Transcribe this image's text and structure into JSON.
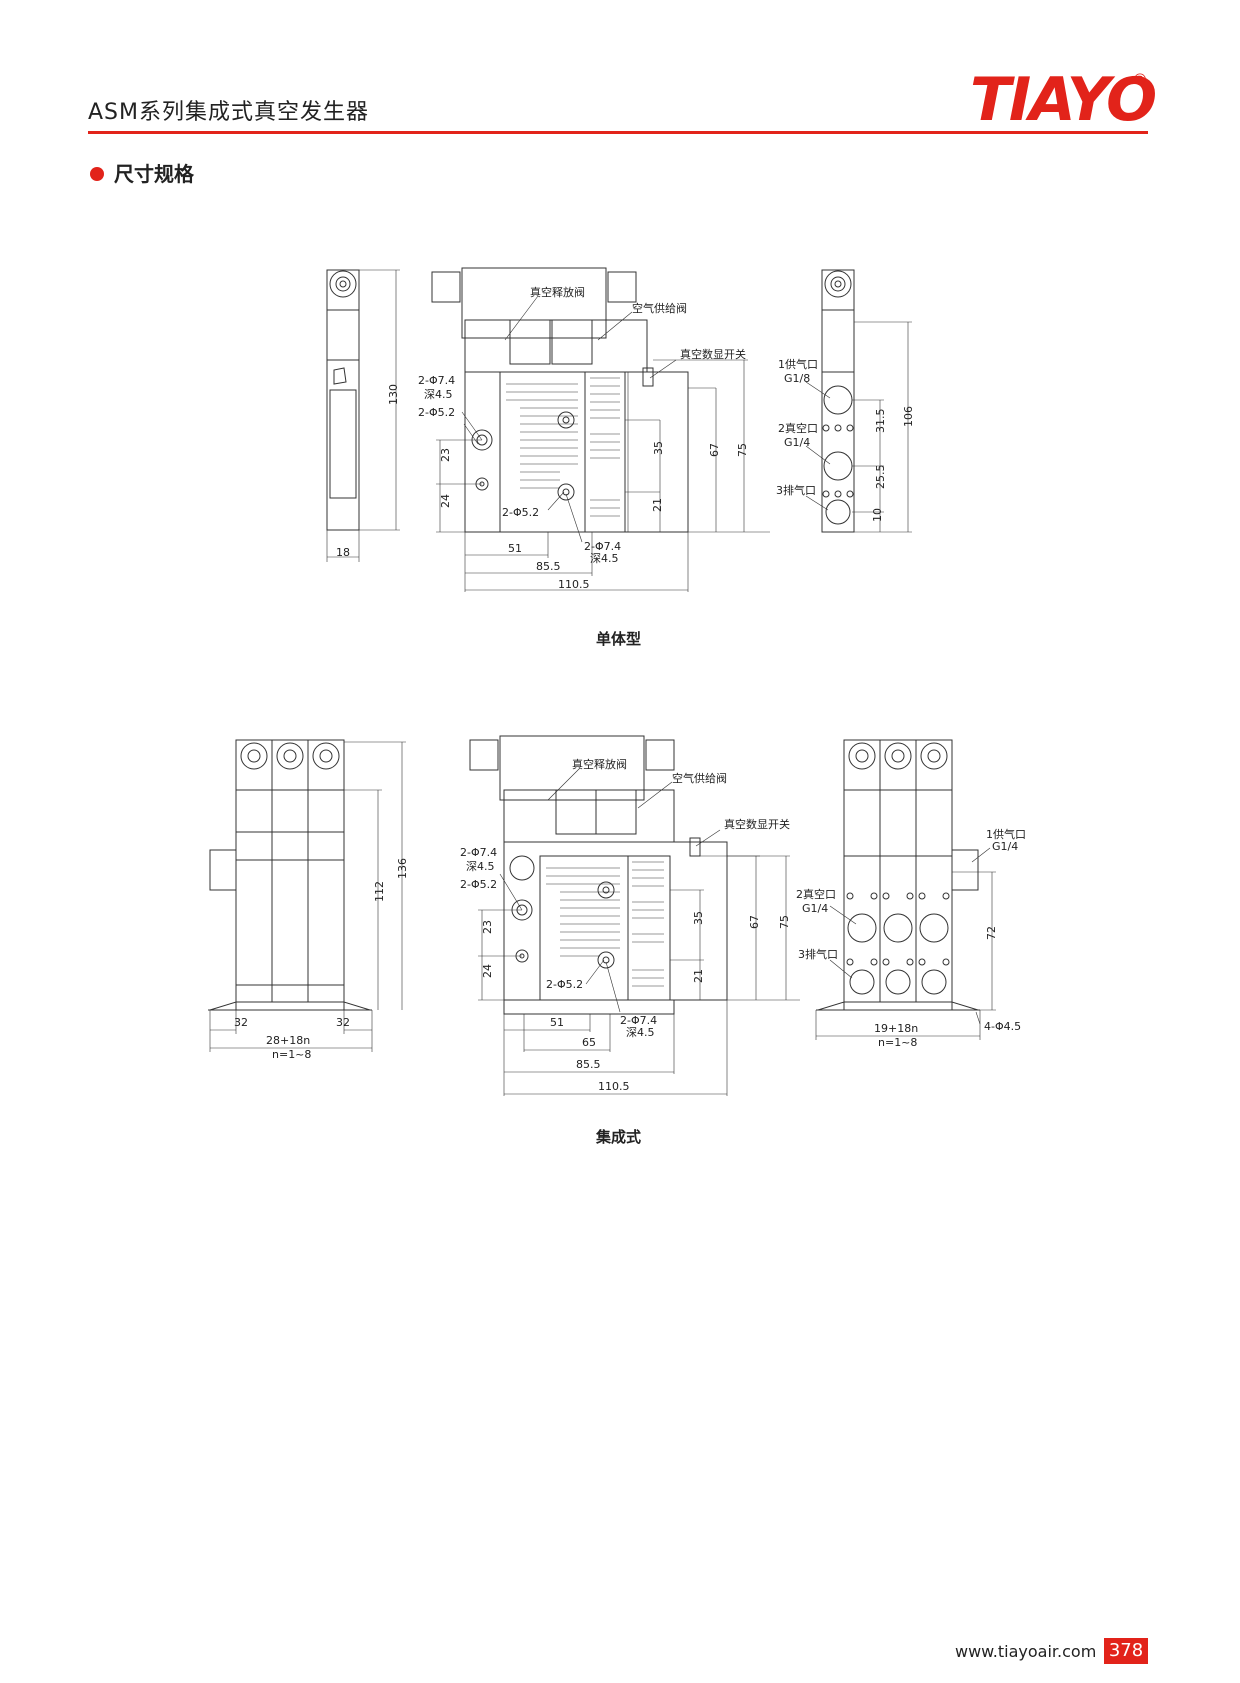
{
  "header": {
    "title": "ASM系列集成式真空发生器",
    "logo": "TIAYO",
    "logo_mark": "®",
    "accent_color": "#e2231a"
  },
  "section": {
    "title": "尺寸规格"
  },
  "single": {
    "caption": "单体型",
    "labels": {
      "release_valve": "真空释放阀",
      "supply_valve": "空气供给阀",
      "display_switch": "真空数显开关",
      "hole_a": "2-Φ7.4",
      "hole_a_depth": "深4.5",
      "hole_b": "2-Φ5.2",
      "hole_c": "2-Φ5.2",
      "hole_d": "2-Φ7.4",
      "hole_d_depth": "深4.5",
      "port1": "1供气口",
      "port1_size": "G1/8",
      "port2": "2真空口",
      "port2_size": "G1/4",
      "port3": "3排气口"
    },
    "dims": {
      "side_width": "18",
      "side_height": "130",
      "d23": "23",
      "d24": "24",
      "d51": "51",
      "d85": "85.5",
      "d110": "110.5",
      "d35": "35",
      "d21": "21",
      "d67": "67",
      "d75": "75",
      "d31": "31.5",
      "d25": "25.5",
      "d10": "10",
      "d106": "106"
    }
  },
  "manifold": {
    "caption": "集成式",
    "labels": {
      "release_valve": "真空释放阀",
      "supply_valve": "空气供给阀",
      "display_switch": "真空数显开关",
      "hole_a": "2-Φ7.4",
      "hole_a_depth": "深4.5",
      "hole_b": "2-Φ5.2",
      "hole_c": "2-Φ5.2",
      "hole_d": "2-Φ7.4",
      "hole_d_depth": "深4.5",
      "port1": "1供气口",
      "port1_size": "G1/4",
      "port2": "2真空口",
      "port2_size": "G1/4",
      "port3": "3排气口",
      "mount_holes": "4-Φ4.5"
    },
    "dims": {
      "d32a": "32",
      "d32b": "32",
      "width_formula": "28+18n",
      "n_range": "n=1~8",
      "d112": "112",
      "d136": "136",
      "d23": "23",
      "d24": "24",
      "d51": "51",
      "d65": "65",
      "d85": "85.5",
      "d110": "110.5",
      "d35": "35",
      "d21": "21",
      "d67": "67",
      "d75": "75",
      "d72": "72",
      "width_formula2": "19+18n",
      "n_range2": "n=1~8"
    }
  },
  "footer": {
    "url": "www.tiayoair.com",
    "page": "378"
  }
}
